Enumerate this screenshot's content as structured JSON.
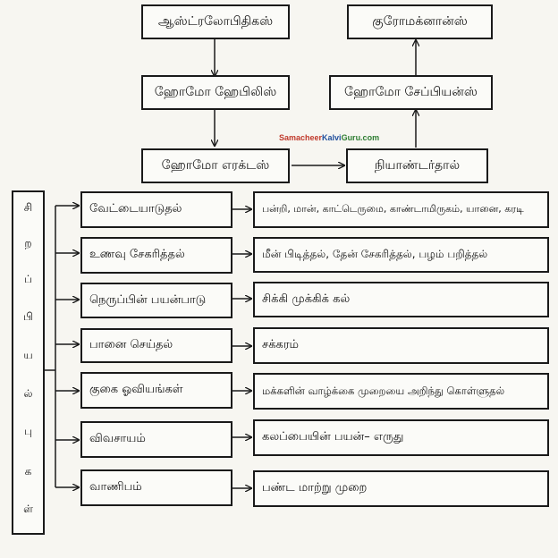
{
  "evolution": {
    "australopithecus": "ஆஸ்ட்ரலோபிதிகஸ்",
    "homo_habilis": "ஹோமோ ஹேபிலிஸ்",
    "homo_erectus": "ஹோமோ எரக்டஸ்",
    "neanderthal": "நியாண்டர்தால்",
    "homo_sapiens": "ஹோமோ சேப்பியன்ஸ்",
    "cro_magnon": "குரோமக்னான்ஸ்"
  },
  "watermark": {
    "part1": "Samacheer",
    "part2": "Kalvi",
    "part3": "Guru.com"
  },
  "features_label": [
    "சி",
    "ற",
    "ப்",
    "பி",
    "ய",
    "ல்",
    "பு",
    "க",
    "ள்"
  ],
  "rows": [
    {
      "feature": "வேட்டையாடுதல்",
      "detail": "பன்றி, மான், காட்டெருமை, காண்டாமிருகம், யானை, கரடி"
    },
    {
      "feature": "உணவு சேகரித்தல்",
      "detail": "மீன் பிடித்தல், தேன் சேகரித்தல், பழம் பறித்தல்"
    },
    {
      "feature": "நெருப்பின் பயன்பாடு",
      "detail": "சிக்கி முக்கிக் கல்"
    },
    {
      "feature": "பானை செய்தல்",
      "detail": "சக்கரம்"
    },
    {
      "feature": "குகை ஓவியங்கள்",
      "detail": "மக்களின் வாழ்க்கை முறையை அறிந்து கொள்ளுதல்"
    },
    {
      "feature": "விவசாயம்",
      "detail": "கலப்பையின் பயன்– எருது"
    },
    {
      "feature": "வாணிபம்",
      "detail": "பண்ட மாற்று முறை"
    }
  ]
}
